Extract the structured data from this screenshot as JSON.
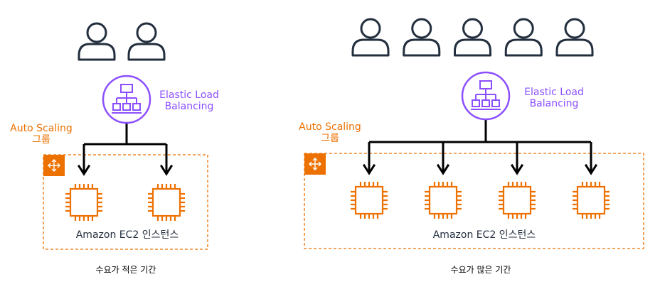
{
  "colors": {
    "elb": "#8c4fff",
    "autoscaling": "#ed7100",
    "user": "#232f3e",
    "arrow": "#000000"
  },
  "icons": {
    "user": "user-icon",
    "load_balancer": "load-balancer-icon",
    "autoscaling": "auto-scaling-icon",
    "instance": "ec2-instance-chip-icon"
  },
  "left_panel": {
    "users_count": 2,
    "elb_label_line1": "Elastic Load",
    "elb_label_line2": "Balancing",
    "asg_label_line1": "Auto Scaling",
    "asg_label_line2": "그룹",
    "instances_count": 2,
    "instances_label": "Amazon EC2 인스턴스",
    "caption": "수요가 적은 기간"
  },
  "right_panel": {
    "users_count": 5,
    "elb_label_line1": "Elastic Load",
    "elb_label_line2": "Balancing",
    "asg_label_line1": "Auto Scaling",
    "asg_label_line2": "그룹",
    "instances_count": 4,
    "instances_label": "Amazon EC2 인스턴스",
    "caption": "수요가 많은 기간"
  }
}
